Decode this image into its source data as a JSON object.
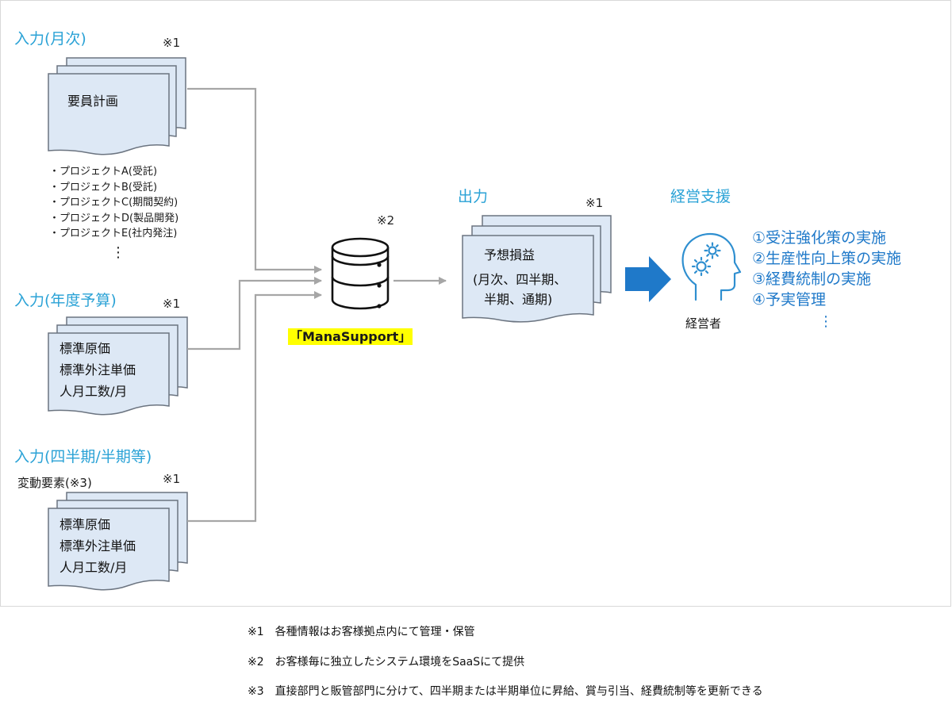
{
  "sections": {
    "input_monthly": "入力(月次)",
    "input_annual": "入力(年度予算)",
    "input_quarterly": "入力(四半期/半期等)",
    "output": "出力",
    "management_support": "経営支援"
  },
  "marks": {
    "note1": "※1",
    "note2": "※2"
  },
  "documents": {
    "monthly": {
      "lines": [
        "要員計画"
      ]
    },
    "annual": {
      "lines": [
        "標準原価",
        "標準外注単価",
        "人月工数/月"
      ]
    },
    "quarterly": {
      "lines": [
        "標準原価",
        "標準外注単価",
        "人月工数/月"
      ]
    },
    "output": {
      "lines": [
        "予想損益",
        "(月次、四半期、",
        "半期、通期)"
      ]
    }
  },
  "projects": [
    "・プロジェクトA(受託)",
    "・プロジェクトB(受託)",
    "・プロジェクトC(期間契約)",
    "・プロジェクトD(製品開発)",
    "・プロジェクトE(社内発注)"
  ],
  "ellipsis": "⋮",
  "variable_factors": "変動要素(※3)",
  "system_label": "「ManaSupport」",
  "manager_label": "経営者",
  "strategies": [
    "①受注強化策の実施",
    "②生産性向上策の実施",
    "③経費統制の実施",
    "④予実管理"
  ],
  "notes": [
    "※1　各種情報はお客様拠点内にて管理・保管",
    "※2　お客様毎に独立したシステム環境をSaaSにて提供",
    "※3　直接部門と販管部門に分けて、四半期または半期単位に昇給、賞与引当、経費統制等を更新できる"
  ],
  "colors": {
    "section_heading": "#2aa2d6",
    "document_fill": "#dde8f5",
    "document_stroke": "#6b7480",
    "connector": "#a6a6a6",
    "arrow": "#1f79c9",
    "icon": "#2f8fd0",
    "highlight": "#ffff00"
  },
  "icons": {
    "database": "database-icon",
    "manager": "head-gears-icon",
    "arrow": "right-arrow-icon"
  }
}
